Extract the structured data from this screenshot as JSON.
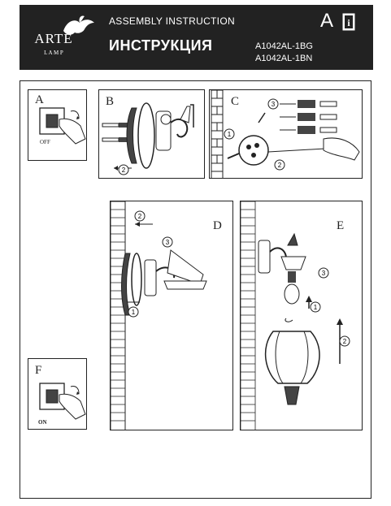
{
  "header": {
    "brand_name": "ARTE",
    "brand_sub": "L A M P",
    "title_en": "ASSEMBLY INSTRUCTION",
    "title_ru": "ИНСТРУКЦИЯ",
    "page_letter": "A",
    "info_badge": "i",
    "model_1": "A1042AL-1BG",
    "model_2": "A1042AL-1BN"
  },
  "panels": {
    "a": {
      "letter": "A",
      "switch_state": "OFF"
    },
    "b": {
      "letter": "B",
      "step_2": "2"
    },
    "c": {
      "letter": "C",
      "step_1": "1",
      "step_2": "2",
      "step_3": "3"
    },
    "d": {
      "letter": "D",
      "step_1": "1",
      "step_2": "2",
      "step_3": "3"
    },
    "e": {
      "letter": "E",
      "step_1": "1",
      "step_2": "2",
      "step_3": "3"
    },
    "f": {
      "letter": "F",
      "switch_state": "ON"
    }
  }
}
